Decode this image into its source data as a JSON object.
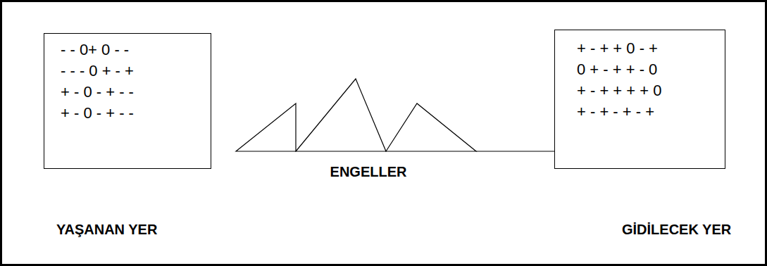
{
  "diagram": {
    "nodes": [
      {
        "text": [
          "- - 0+ 0 - -",
          "- - - 0 + - +",
          "+ - 0 - + - -",
          "+ - 0 - + - -",
          "YAŞANAN YER"
        ]
      },
      {
        "text": [
          "+ - + + 0 - +",
          "0 + - + + - 0",
          "+ - + + + + 0",
          "+ - + - + - +",
          "GİDİLECEK YER"
        ]
      }
    ],
    "labels": [
      "ENGELLER"
    ]
  }
}
